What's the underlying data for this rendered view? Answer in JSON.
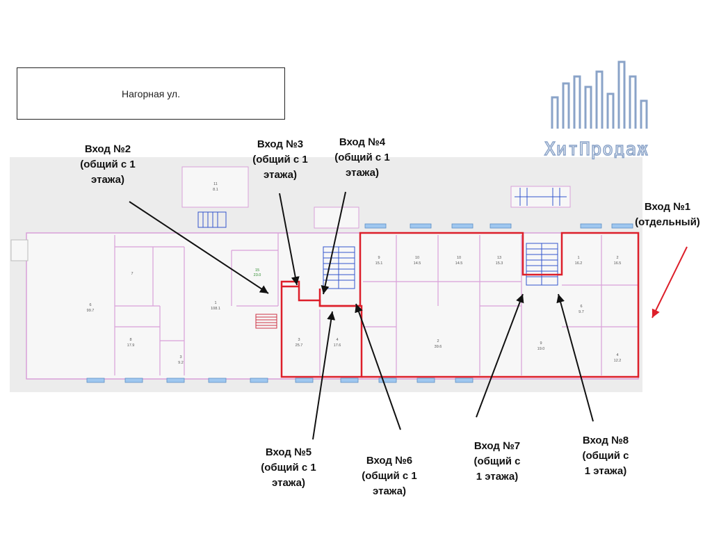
{
  "street": {
    "name": "Нагорная ул."
  },
  "logo": {
    "text": "ХитПродаж"
  },
  "entrances": [
    {
      "id": "e1",
      "title": "Вход №1",
      "lines": [
        "(отдельный)"
      ]
    },
    {
      "id": "e2",
      "title": "Вход №2",
      "lines": [
        "(общий с 1",
        "этажа)"
      ]
    },
    {
      "id": "e3",
      "title": "Вход №3",
      "lines": [
        "(общий с 1",
        "этажа)"
      ]
    },
    {
      "id": "e4",
      "title": "Вход №4",
      "lines": [
        "(общий с 1",
        "этажа)"
      ]
    },
    {
      "id": "e5",
      "title": "Вход №5",
      "lines": [
        "(общий с 1",
        "этажа)"
      ]
    },
    {
      "id": "e6",
      "title": "Вход №6",
      "lines": [
        "(общий с 1",
        "этажа)"
      ]
    },
    {
      "id": "e7",
      "title": "Вход №7",
      "lines": [
        "(общий с",
        "1 этажа)"
      ]
    },
    {
      "id": "e8",
      "title": "Вход №8",
      "lines": [
        "(общий с",
        "1 этажа)"
      ]
    }
  ],
  "rooms": [
    {
      "num": "6",
      "area": "99.7"
    },
    {
      "num": "7",
      "area": ""
    },
    {
      "num": "8",
      "area": "17.9"
    },
    {
      "num": "3",
      "area": "9.2"
    },
    {
      "num": "1",
      "area": "108.1"
    },
    {
      "num": "15",
      "area": "23.0"
    },
    {
      "num": "11",
      "area": "8.1"
    },
    {
      "num": "3",
      "area": "25.7"
    },
    {
      "num": "4",
      "area": "17.6"
    },
    {
      "num": "2",
      "area": "39.6"
    },
    {
      "num": "9",
      "area": "15.1"
    },
    {
      "num": "10",
      "area": "14.5"
    },
    {
      "num": "10",
      "area": "14.5"
    },
    {
      "num": "13",
      "area": "15.3"
    },
    {
      "num": "9",
      "area": "19.0"
    },
    {
      "num": "1",
      "area": "16.2"
    },
    {
      "num": "2",
      "area": "16.5"
    },
    {
      "num": "6",
      "area": "9.7"
    },
    {
      "num": "4",
      "area": "12.2"
    }
  ]
}
